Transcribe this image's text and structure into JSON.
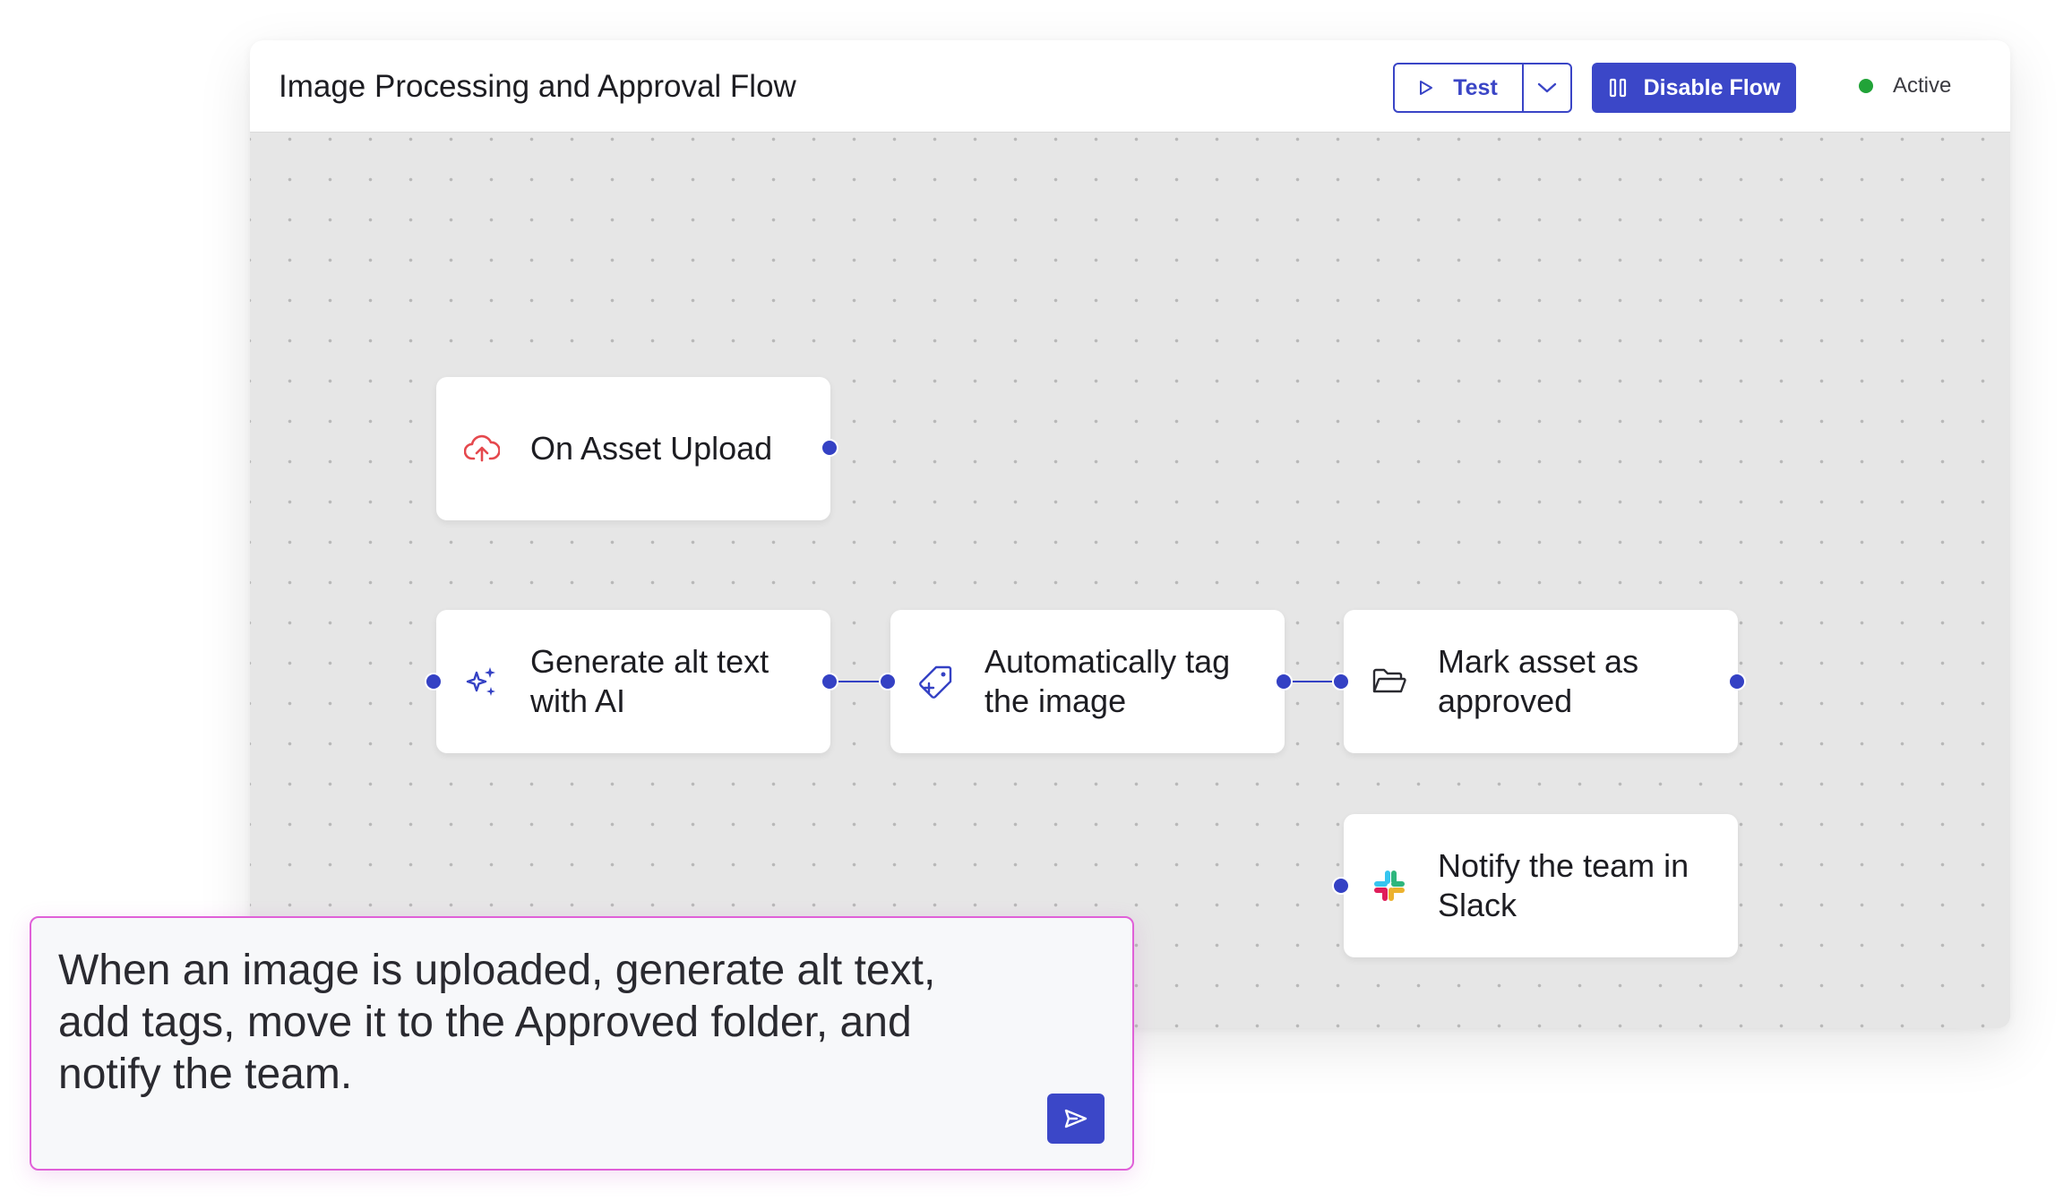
{
  "header": {
    "title": "Image Processing and Approval Flow",
    "test_label": "Test",
    "disable_label": "Disable Flow",
    "status_label": "Active"
  },
  "nodes": [
    {
      "label": "On Asset Upload",
      "icon": "cloud-upload-icon"
    },
    {
      "label": "Generate alt text with AI",
      "icon": "sparkles-icon"
    },
    {
      "label": "Automatically tag the image",
      "icon": "tag-icon"
    },
    {
      "label": "Mark asset as approved",
      "icon": "folder-icon"
    },
    {
      "label": "Notify the team in Slack",
      "icon": "slack-icon"
    }
  ],
  "prompt": {
    "text": "When an image is uploaded, generate alt text,\nadd tags, move it to the Approved folder, and\nnotify the team."
  },
  "colors": {
    "accent": "#3b47c8",
    "status_active": "#21a338",
    "upload_icon": "#e5484d",
    "prompt_border": "#e060d8"
  }
}
